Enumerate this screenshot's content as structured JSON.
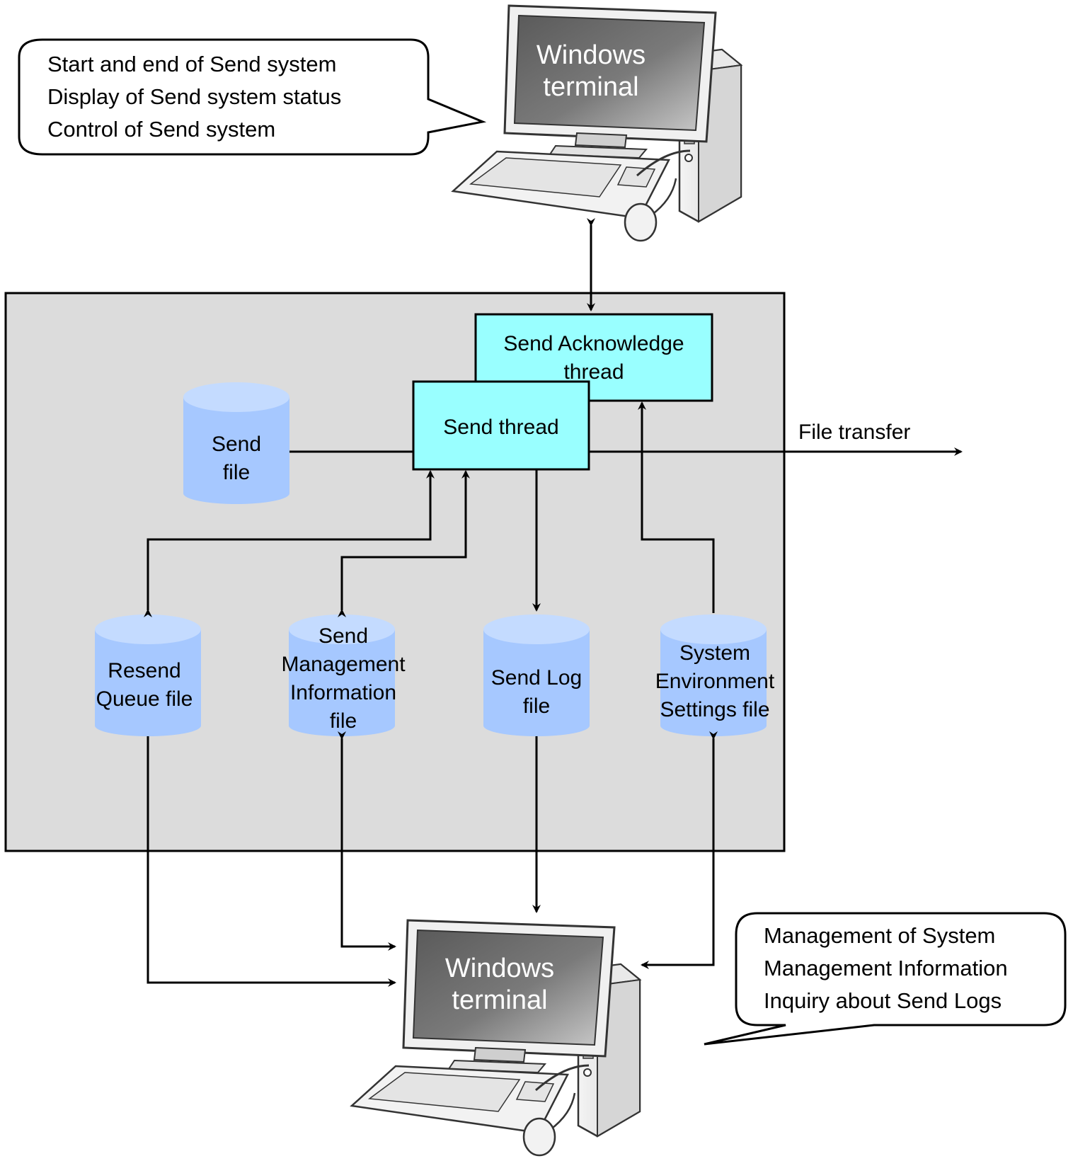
{
  "top_terminal": {
    "line1": "Windows",
    "line2": "terminal"
  },
  "bottom_terminal": {
    "line1": "Windows",
    "line2": "terminal"
  },
  "top_callout": [
    "Start and end of Send system",
    "Display of Send system status",
    "Control of Send system"
  ],
  "bottom_callout": [
    "Management of System",
    "Management Information",
    "Inquiry about Send Logs"
  ],
  "threads": {
    "ack": {
      "line1": "Send Acknowledge",
      "line2": "thread"
    },
    "send": "Send thread"
  },
  "files": {
    "send_file": [
      "Send",
      "file"
    ],
    "resend_queue": [
      "Resend",
      "Queue file"
    ],
    "send_mgmt": [
      "Send",
      "Management",
      "Information",
      "file"
    ],
    "send_log": [
      "Send Log",
      "file"
    ],
    "sys_env": [
      "System",
      "Environment",
      "Settings file"
    ]
  },
  "file_transfer_label": "File transfer",
  "colors": {
    "container": "#dcdcdc",
    "thread_box": "#99ffff",
    "cylinder_body": "#a6c8ff",
    "cylinder_top": "#c4dbff",
    "screen": "#6f6f6f"
  }
}
